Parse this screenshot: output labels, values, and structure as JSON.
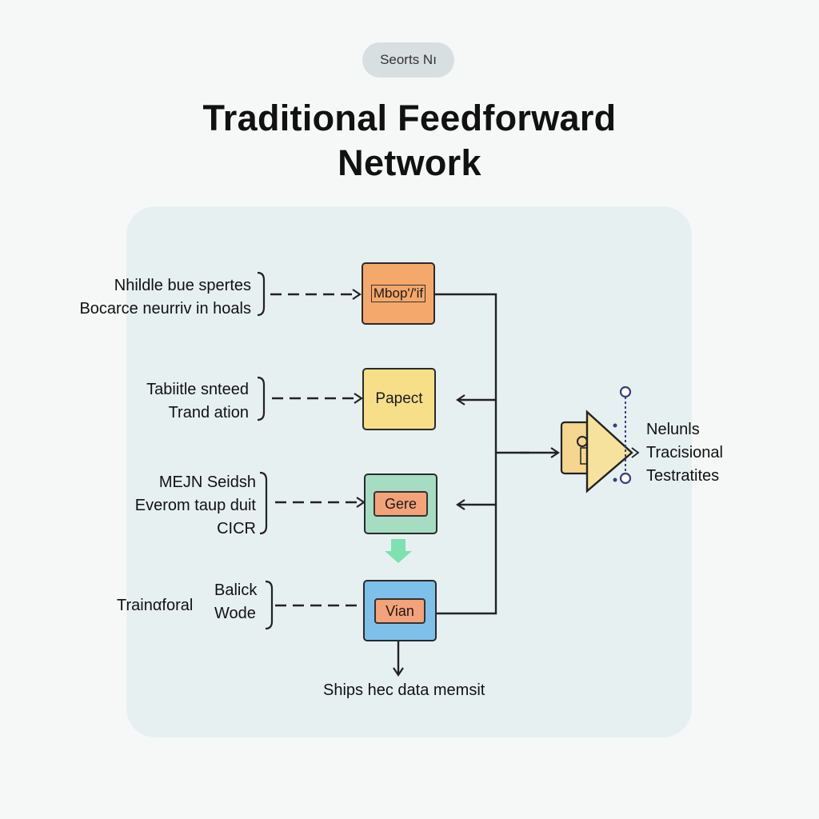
{
  "header": {
    "pill_label": "Seorts Nı",
    "title_line1": "Traditional Feedforward",
    "title_line2": "Network"
  },
  "rows": [
    {
      "label_lines": [
        "Nhildle bue spertes",
        "Bocarce neurriv in hoals"
      ],
      "box_label": "Mbop'/'if",
      "box_color": "#f4a86b"
    },
    {
      "label_lines": [
        "Tabiitle snteed",
        "Trand ation"
      ],
      "box_label": "Papect",
      "box_color": "#f7df8a"
    },
    {
      "label_lines": [
        "MEJN Seidsh",
        "Everom taup duit",
        "CICR"
      ],
      "box_label": "Gere",
      "box_color": "#a6dcc2",
      "inner_color": "#f4a279"
    },
    {
      "label_left": "Trainαforal",
      "label_lines": [
        "Balick",
        "Wode"
      ],
      "box_label": "Vian",
      "box_color": "#7ec0ea",
      "inner_color": "#f4a279"
    }
  ],
  "output_node": {
    "label_lines": [
      "Nelunls",
      "Tracisional",
      "Testratites"
    ]
  },
  "footer_label": "Ships hec data memsit",
  "colors": {
    "panel": "#e7f0f1",
    "pill": "#d8dfe0",
    "green_arrow": "#7fe0b0",
    "triangle": "#f6e29c",
    "output_back": "#f4d690",
    "dotted_line": "#3a3f7a"
  }
}
